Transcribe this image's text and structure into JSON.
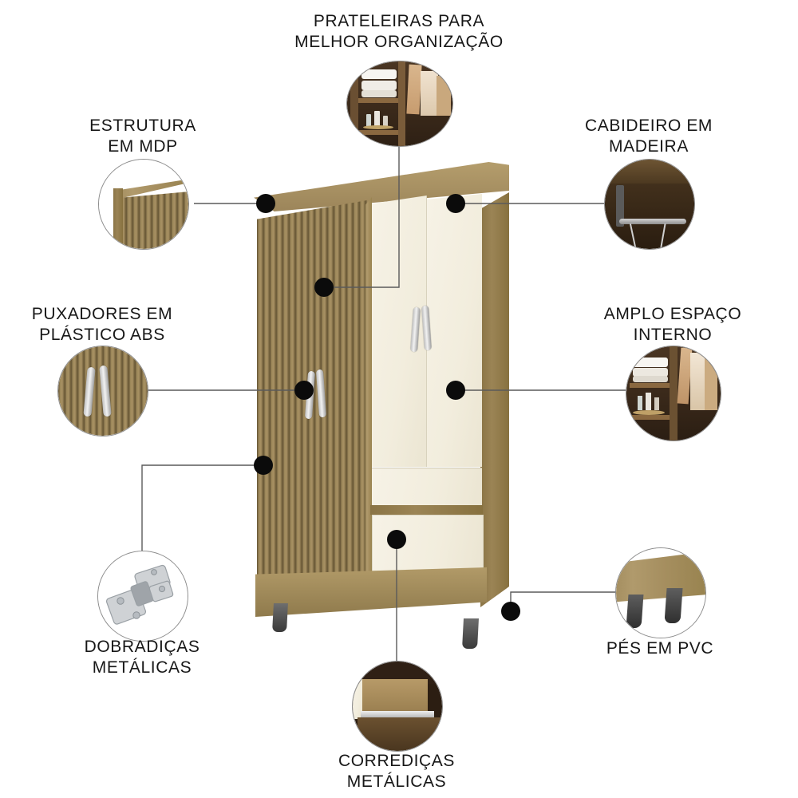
{
  "page": {
    "title": "Guarda-roupa 3 portas - características do produto",
    "background_color": "#ffffff",
    "text_color": "#171717",
    "dot_color": "#0b0b0b",
    "line_color": "#5a5a5a"
  },
  "product": {
    "name": "Guarda-roupa 3 portas com 1 gaveta",
    "colors": {
      "slat_wood": "#8a7a54",
      "carcass_wood": "#a89060",
      "panel_cream": "#f5f1e4",
      "handle_silver": "#cfcfcf",
      "foot_pvc": "#4a4a4a"
    }
  },
  "callouts": [
    {
      "id": "prateleiras",
      "label": "PRATELEIRAS PARA\nMELHOR ORGANIZAÇÃO",
      "position": "top-center",
      "bubble": "shelves-detail"
    },
    {
      "id": "estrutura",
      "label": "ESTRUTURA\nEM MDP",
      "position": "top-left",
      "bubble": "mdp-structure-detail"
    },
    {
      "id": "cabideiro",
      "label": "CABIDEIRO EM\nMADEIRA",
      "position": "top-right",
      "bubble": "hanger-rail-detail"
    },
    {
      "id": "puxadores",
      "label": "PUXADORES EM\nPLÁSTICO ABS",
      "position": "middle-left",
      "bubble": "handles-detail"
    },
    {
      "id": "amplo-espaco",
      "label": "AMPLO ESPAÇO\nINTERNO",
      "position": "middle-right",
      "bubble": "interior-space-detail"
    },
    {
      "id": "dobradicas",
      "label": "DOBRADIÇAS\nMETÁLICAS",
      "position": "bottom-left",
      "bubble": "hinge-detail"
    },
    {
      "id": "pes-pvc",
      "label": "PÉS EM PVC",
      "position": "bottom-right",
      "bubble": "pvc-feet-detail"
    },
    {
      "id": "corredicas",
      "label": "CORREDIÇAS\nMETÁLICAS",
      "position": "bottom-center",
      "bubble": "drawer-slide-detail"
    }
  ]
}
